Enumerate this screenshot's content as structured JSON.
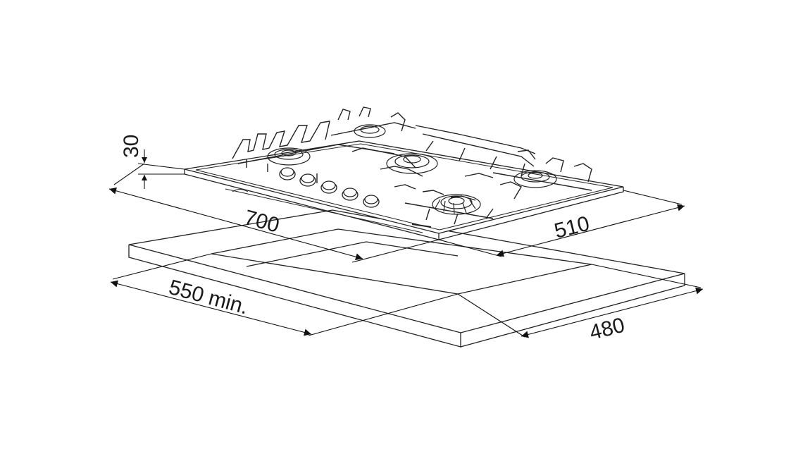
{
  "dimensions": {
    "height": "30",
    "width": "700",
    "depth": "510",
    "cutout_width": "550 min.",
    "cutout_depth": "480"
  },
  "colors": {
    "line": "#222222",
    "background": "#ffffff"
  },
  "subject": {
    "burners": 5,
    "control_knobs": 5
  }
}
